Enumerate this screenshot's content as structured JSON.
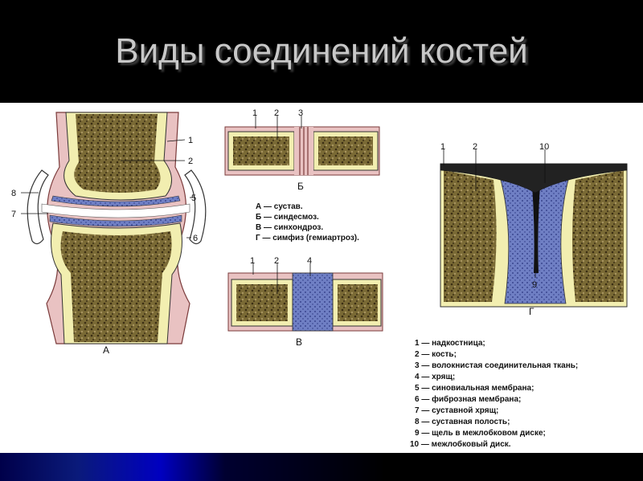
{
  "title": "Виды соединений костей",
  "diagram": {
    "panel_a": {
      "letter": "А",
      "numbers": [
        "1",
        "2",
        "5",
        "6",
        "7",
        "8"
      ]
    },
    "panel_b": {
      "letter": "Б",
      "numbers": [
        "1",
        "2",
        "3"
      ]
    },
    "panel_v": {
      "letter": "В",
      "numbers": [
        "1",
        "2",
        "4"
      ]
    },
    "panel_g": {
      "letter": "Г",
      "numbers": [
        "1",
        "2",
        "10",
        "9"
      ]
    },
    "types_legend": [
      "А — сустав.",
      "Б — синдесмоз.",
      "В — синхондроз.",
      "Г — симфиз (гемиартроз)."
    ],
    "parts_legend": [
      "1 — надкостница;",
      "2 — кость;",
      "3 — волокнистая соединительная ткань;",
      "4 — хрящ;",
      "5 — синовиальная мембрана;",
      "6 — фиброзная мембрана;",
      "7 — суставной хрящ;",
      "8 — суставная полость;",
      "9 — щель в межлобковом диске;",
      "10 — межлобковый диск."
    ]
  },
  "colors": {
    "bone": "#6b5a2a",
    "bone_rim": "#f2eeb0",
    "periosteum": "#e9c2c2",
    "cartilage": "#6f7fc4",
    "title": "#c8c8c8"
  }
}
